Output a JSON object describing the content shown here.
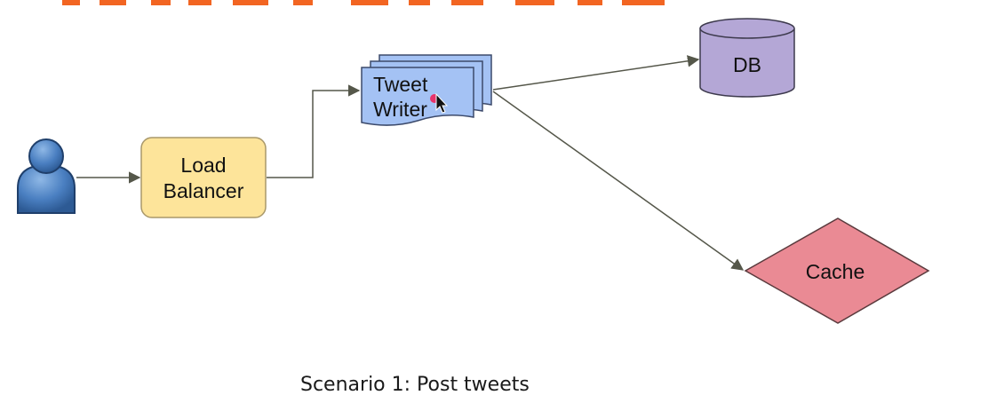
{
  "diagram": {
    "nodes": {
      "user": {
        "label": ""
      },
      "load_balancer": {
        "label_line1": "Load",
        "label_line2": "Balancer",
        "fill": "#fde49a",
        "stroke": "#a9986a"
      },
      "tweet_writer": {
        "label_line1": "Tweet",
        "label_line2": "Writer",
        "fill": "#a4c2f4",
        "stroke": "#3c4a6b"
      },
      "db": {
        "label": "DB",
        "fill": "#b4a7d6",
        "stroke": "#3d3a4d"
      },
      "cache": {
        "label": "Cache",
        "fill": "#ea8a94",
        "stroke": "#5a3a3d"
      }
    },
    "edges": [
      {
        "from": "user",
        "to": "load_balancer"
      },
      {
        "from": "load_balancer",
        "to": "tweet_writer"
      },
      {
        "from": "tweet_writer",
        "to": "db"
      },
      {
        "from": "tweet_writer",
        "to": "cache"
      }
    ],
    "caption": "Scenario 1: Post tweets"
  },
  "colors": {
    "title_orange": "#f26522",
    "arrow": "#55574a",
    "user_blue": "#4a7fc1"
  }
}
